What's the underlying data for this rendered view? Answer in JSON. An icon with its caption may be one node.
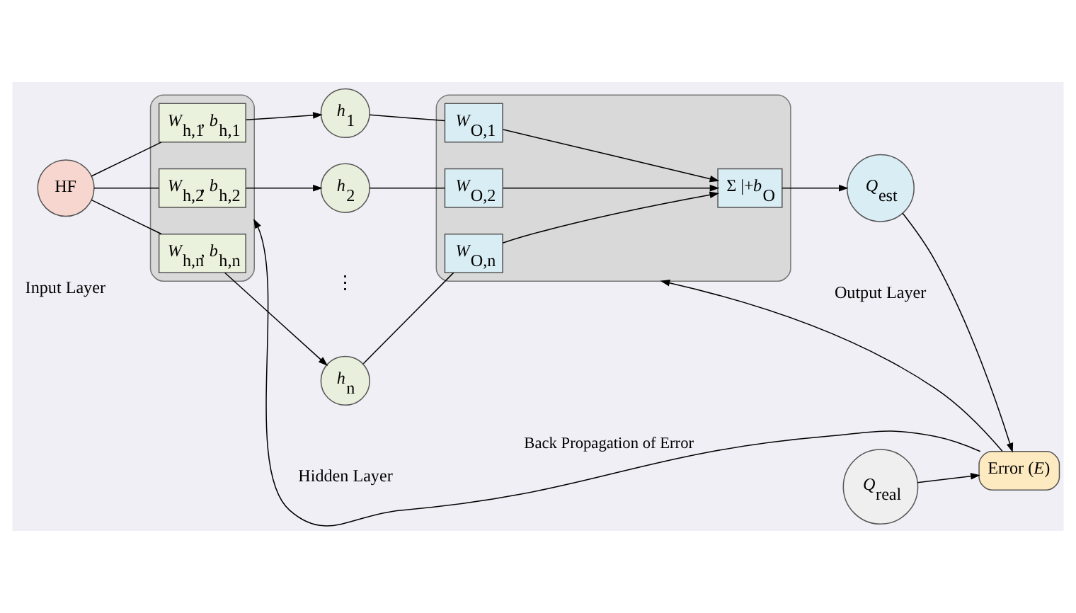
{
  "diagram": {
    "nodes": [
      {
        "text": [
          "HF"
        ]
      },
      {
        "text": [],
        "shape": "box"
      },
      {
        "text": [
          "*W*$_{h,1}$, *b*$_{h,1}$"
        ],
        "in": 1
      },
      {
        "text": [
          "*W*$_{h,2}$, *b*$_{h,2}$"
        ],
        "in": 1
      },
      {
        "text": [
          "*W*$_{h,n}$, *b*$_{h,n}$"
        ],
        "in": 1
      },
      {
        "text": [
          "*h*$_{1}$"
        ]
      },
      {
        "text": [
          "*h*$_{2}$"
        ]
      },
      {
        "text": [
          "*h*$_{n}$"
        ]
      },
      {
        "text": [],
        "shape": "box"
      },
      {
        "text": [
          "*W*$_{O,1}$"
        ],
        "in": 8
      },
      {
        "text": [
          "*W*$_{O,2}$"
        ],
        "in": 8
      },
      {
        "text": [
          "*W*$_{O,n}$"
        ],
        "in": 8
      },
      {
        "text": [
          "Σ |+*b*$_{O}$"
        ],
        "in": 8
      },
      {
        "text": [
          "*Q*$_{est}$"
        ]
      },
      {
        "text": [
          "Error (*E*)"
        ]
      },
      {
        "text": [
          "*Q*$_{real}$"
        ]
      }
    ],
    "edges": [
      {
        "from": 0,
        "to": 2,
        "arrow": "none"
      },
      {
        "from": 0,
        "to": 3,
        "arrow": "none"
      },
      {
        "from": 0,
        "to": 4,
        "arrow": "none"
      },
      {
        "from": 2,
        "to": 5,
        "arrow": "to"
      },
      {
        "from": 3,
        "to": 6,
        "arrow": "to"
      },
      {
        "from": 4,
        "to": 7,
        "arrow": "to"
      },
      {
        "from": 5,
        "to": 9,
        "arrow": "none"
      },
      {
        "from": 6,
        "to": 10,
        "arrow": "none"
      },
      {
        "from": 7,
        "to": 11,
        "arrow": "none"
      },
      {
        "from": 9,
        "to": 12,
        "arrow": "to"
      },
      {
        "from": 10,
        "to": 12,
        "arrow": "to"
      },
      {
        "from": 11,
        "to": 12,
        "arrow": "to"
      },
      {
        "from": 12,
        "to": 13,
        "arrow": "to"
      },
      {
        "from": 13,
        "to": 14,
        "arrow": "to"
      },
      {
        "from": 15,
        "to": 14,
        "arrow": "to"
      },
      {
        "from": 14,
        "to": 1,
        "arrow": "to",
        "label": "Back Propagation of Error"
      },
      {
        "from": 14,
        "to": 8,
        "arrow": "to"
      }
    ],
    "labels": [
      "⋮",
      "Input Layer",
      "Hidden Layer",
      "Output Layer"
    ]
  }
}
